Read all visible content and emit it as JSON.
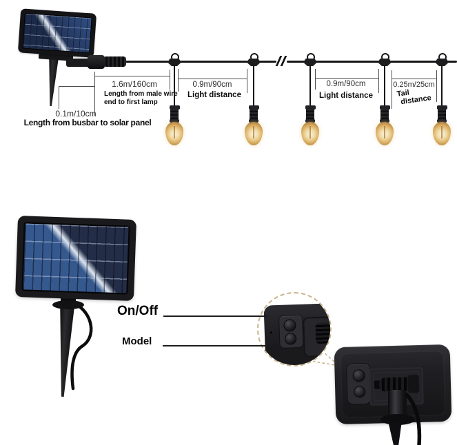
{
  "top_diagram": {
    "bulb_count": 5,
    "wire_break_symbol": "//",
    "dimensions": {
      "busbar": {
        "value": "0.1m/10cm",
        "label": "Length from busbar to solar panel"
      },
      "male_wire": {
        "value": "1.6m/160cm",
        "label_line1": "Length from male wire",
        "label_line2": "end to first lamp"
      },
      "light_distance_1": {
        "value": "0.9m/90cm",
        "label": "Light distance"
      },
      "light_distance_2": {
        "value": "0.9m/90cm",
        "label": "Light distance"
      },
      "tail": {
        "value": "0.25m/25cm",
        "label_line1": "Tail",
        "label_line2": "distance"
      }
    }
  },
  "bottom_section": {
    "power_label": "On/Off",
    "mode_label": "Model"
  },
  "colors": {
    "panel_blue": "#35588e",
    "panel_blue_dark": "#232d47",
    "bulb_glow": "#e9c887",
    "detail_circle_dash": "#c9b58c",
    "wire_black": "#141414"
  }
}
